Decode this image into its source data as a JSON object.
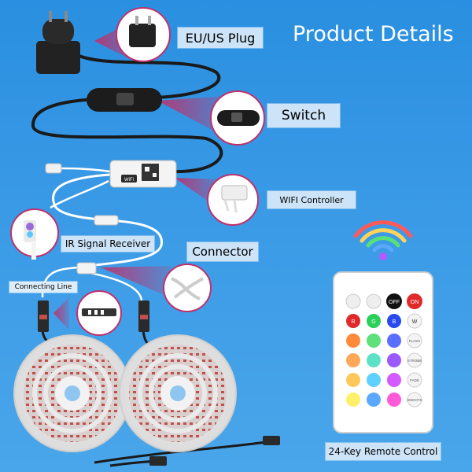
{
  "title": "Product Details",
  "labels": {
    "plug": "EU/US Plug",
    "switch": "Switch",
    "wifi_controller": "WIFI Controller",
    "ir_receiver": "IR Signal Receiver",
    "connector": "Connector",
    "connecting_line": "Connecting Line",
    "remote": "24-Key Remote Control"
  },
  "remote": {
    "buttons_row1": [
      "OFF",
      "ON"
    ],
    "buttons_row2": [
      "R",
      "G",
      "B",
      "W"
    ],
    "modes": [
      "FLASH",
      "STROBE",
      "FADE",
      "SMOOTH"
    ],
    "color_grid": [
      [
        "#ff8a3a",
        "#5fe07a",
        "#5a6fff"
      ],
      [
        "#ffa85a",
        "#5fe0c8",
        "#9a5aff"
      ],
      [
        "#ffc85a",
        "#5fd0ff",
        "#d25aff"
      ],
      [
        "#fff06a",
        "#5aa8ff",
        "#ff5ad8"
      ]
    ]
  },
  "controller_badge": "WiFi",
  "colors": {
    "background": "#3a9ae6",
    "label_bg": "#cde3f7",
    "callout": "#c0306a",
    "cable": "#1a1a1a"
  }
}
